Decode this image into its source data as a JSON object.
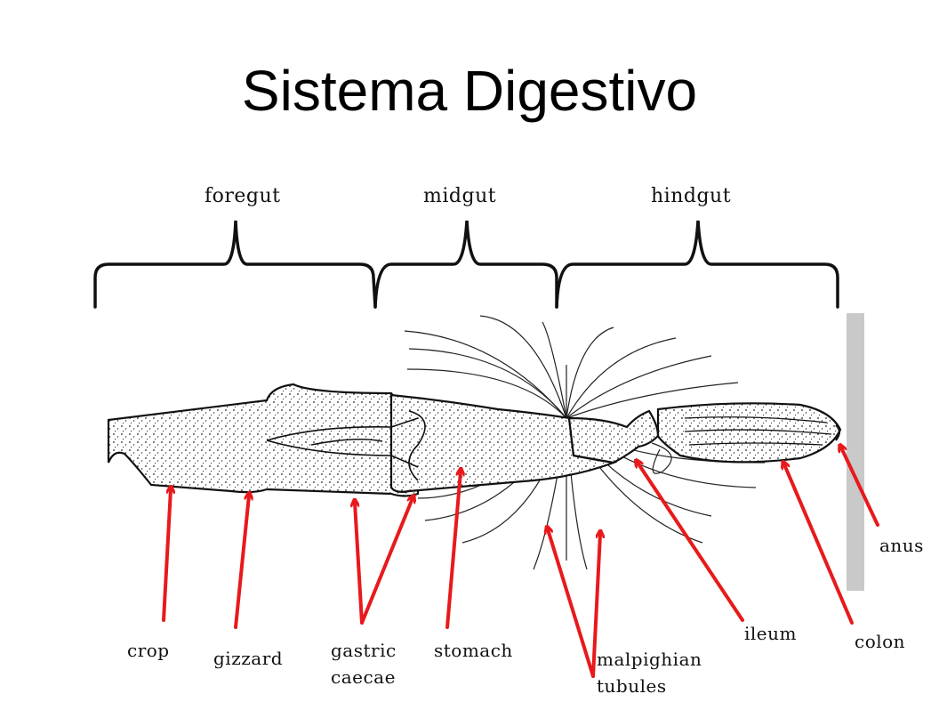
{
  "title": "Sistema Digestivo",
  "regions": {
    "foregut": "foregut",
    "midgut": "midgut",
    "hindgut": "hindgut"
  },
  "labels": {
    "crop": "crop",
    "gizzard": "gizzard",
    "gastric_caecae": [
      "gastric",
      "caecae"
    ],
    "stomach": "stomach",
    "malpighian_tubules": [
      "malpighian",
      "tubules"
    ],
    "ileum": "ileum",
    "colon": "colon",
    "anus": "anus"
  },
  "colors": {
    "arrow": "#e8191c",
    "ink": "#111111",
    "paper": "#f7f7f7"
  }
}
